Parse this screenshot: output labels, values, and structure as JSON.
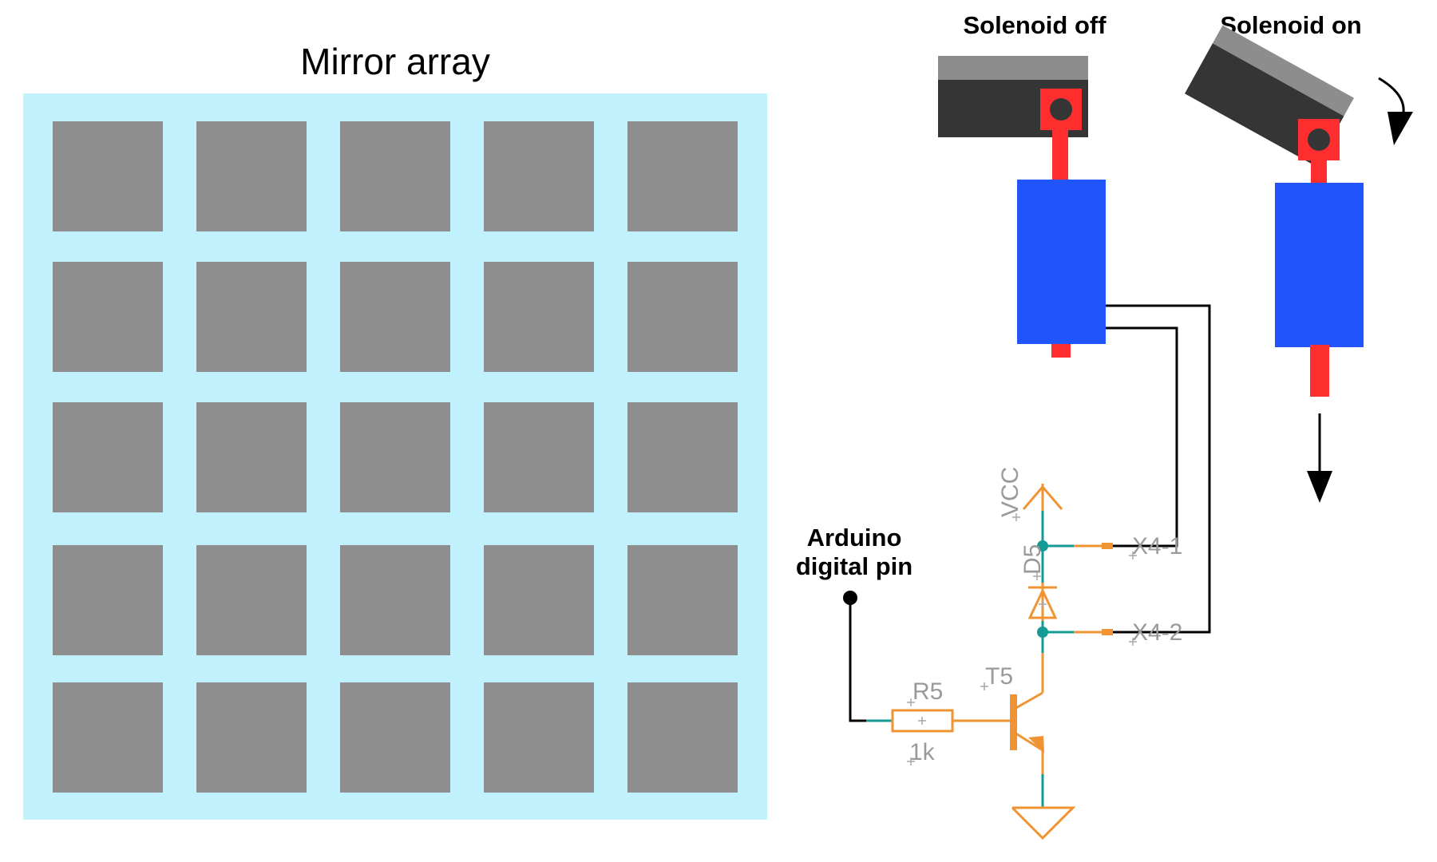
{
  "mirror_array": {
    "title": "Mirror array",
    "rows": 5,
    "cols": 5,
    "background_color": "#c0f1fd",
    "mirror_color": "#8e8e8e"
  },
  "solenoid_off": {
    "label": "Solenoid off"
  },
  "solenoid_on": {
    "label": "Solenoid on"
  },
  "arduino": {
    "label_line1": "Arduino",
    "label_line2": "digital pin"
  },
  "schematic": {
    "vcc": "VCC",
    "diode": "D5",
    "connector_pin1": "X4-1",
    "connector_pin2": "X4-2",
    "resistor": "R5",
    "resistor_value": "1k",
    "transistor": "T5"
  },
  "colors": {
    "solenoid_body": "#1f55fa",
    "plunger": "#fe2d2e",
    "mirror_dark": "#353535",
    "mirror_light": "#8d8d8d",
    "schematic_orange": "#f09433",
    "net_teal": "#149b94",
    "wire": "#000000"
  }
}
